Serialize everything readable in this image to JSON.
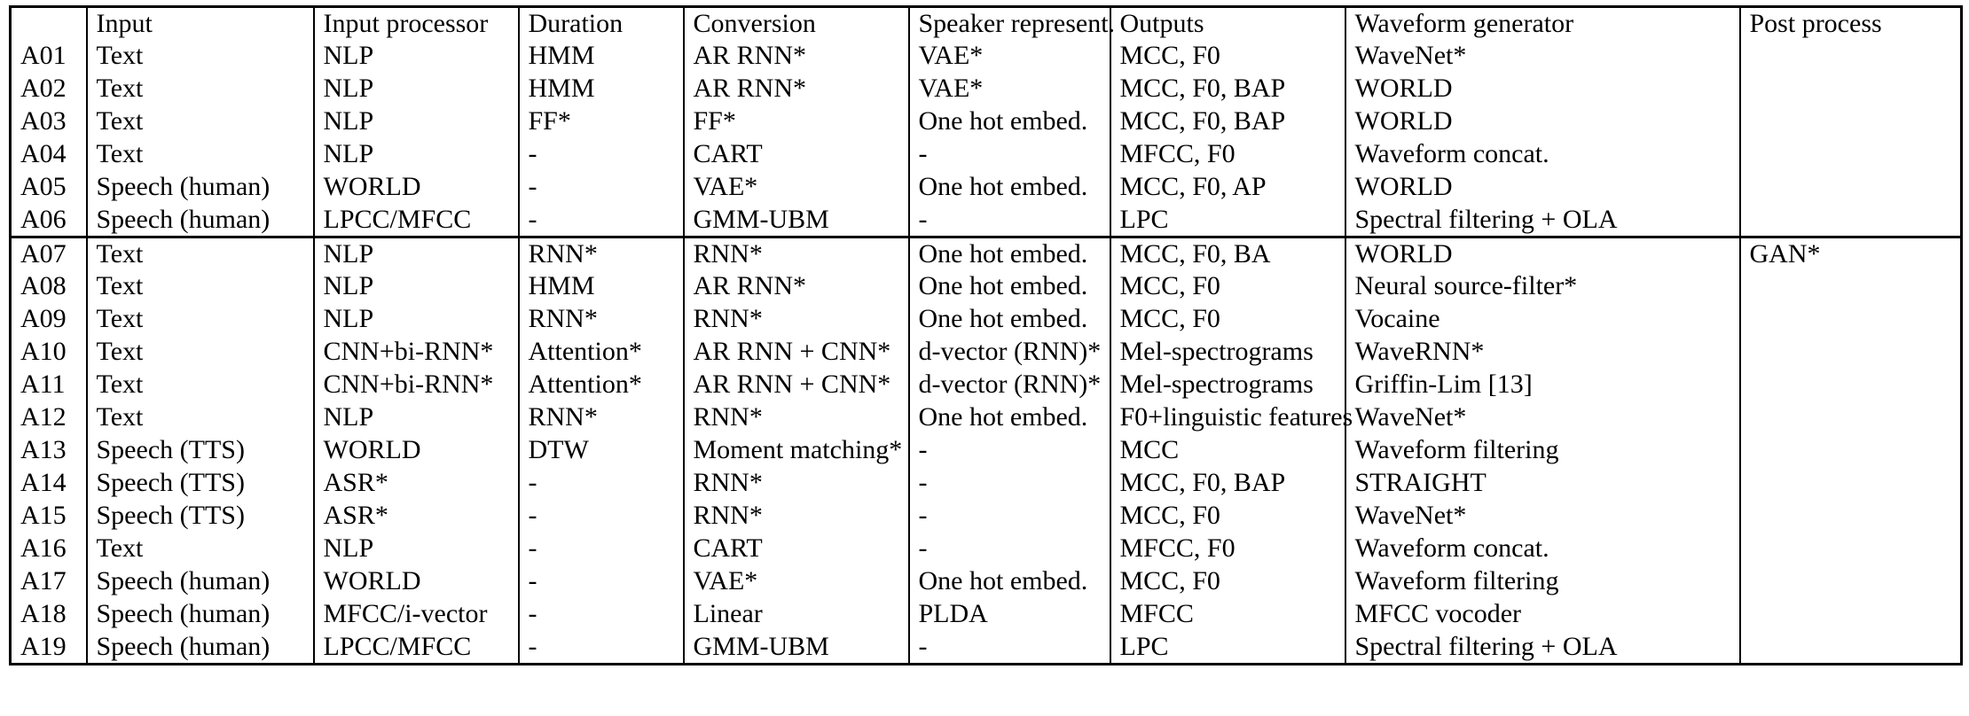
{
  "table": {
    "name": "anti-spoofing-systems-table",
    "columns": [
      {
        "key": "id",
        "label": ""
      },
      {
        "key": "input",
        "label": "Input"
      },
      {
        "key": "input_processor",
        "label": "Input processor"
      },
      {
        "key": "duration",
        "label": "Duration"
      },
      {
        "key": "conversion",
        "label": "Conversion"
      },
      {
        "key": "speaker_represent",
        "label": "Speaker represent."
      },
      {
        "key": "outputs",
        "label": "Outputs"
      },
      {
        "key": "waveform_generator",
        "label": "Waveform generator"
      },
      {
        "key": "post_process",
        "label": "Post process"
      }
    ],
    "groups": [
      {
        "name": "group-1",
        "rows": [
          {
            "id": "A01",
            "input": "Text",
            "input_processor": "NLP",
            "duration": "HMM",
            "conversion": "AR RNN*",
            "speaker_represent": "VAE*",
            "outputs": "MCC, F0",
            "waveform_generator": "WaveNet*",
            "post_process": ""
          },
          {
            "id": "A02",
            "input": "Text",
            "input_processor": "NLP",
            "duration": "HMM",
            "conversion": "AR RNN*",
            "speaker_represent": "VAE*",
            "outputs": "MCC, F0, BAP",
            "waveform_generator": "WORLD",
            "post_process": ""
          },
          {
            "id": "A03",
            "input": "Text",
            "input_processor": "NLP",
            "duration": "FF*",
            "conversion": "FF*",
            "speaker_represent": "One hot embed.",
            "outputs": "MCC, F0, BAP",
            "waveform_generator": "WORLD",
            "post_process": ""
          },
          {
            "id": "A04",
            "input": "Text",
            "input_processor": "NLP",
            "duration": "-",
            "conversion": "CART",
            "speaker_represent": "-",
            "outputs": "MFCC, F0",
            "waveform_generator": "Waveform concat.",
            "post_process": ""
          },
          {
            "id": "A05",
            "input": "Speech (human)",
            "input_processor": "WORLD",
            "duration": "-",
            "conversion": "VAE*",
            "speaker_represent": "One hot embed.",
            "outputs": "MCC, F0, AP",
            "waveform_generator": "WORLD",
            "post_process": ""
          },
          {
            "id": "A06",
            "input": "Speech (human)",
            "input_processor": "LPCC/MFCC",
            "duration": "-",
            "conversion": "GMM-UBM",
            "speaker_represent": "-",
            "outputs": "LPC",
            "waveform_generator": "Spectral filtering + OLA",
            "post_process": ""
          }
        ]
      },
      {
        "name": "group-2",
        "rows": [
          {
            "id": "A07",
            "input": "Text",
            "input_processor": "NLP",
            "duration": "RNN*",
            "conversion": "RNN*",
            "speaker_represent": "One hot embed.",
            "outputs": "MCC, F0, BA",
            "waveform_generator": "WORLD",
            "post_process": "GAN*"
          },
          {
            "id": "A08",
            "input": "Text",
            "input_processor": "NLP",
            "duration": "HMM",
            "conversion": "AR RNN*",
            "speaker_represent": "One hot embed.",
            "outputs": "MCC, F0",
            "waveform_generator": "Neural source-filter*",
            "post_process": ""
          },
          {
            "id": "A09",
            "input": "Text",
            "input_processor": "NLP",
            "duration": "RNN*",
            "conversion": "RNN*",
            "speaker_represent": "One hot embed.",
            "outputs": "MCC, F0",
            "waveform_generator": "Vocaine",
            "post_process": ""
          },
          {
            "id": "A10",
            "input": "Text",
            "input_processor": "CNN+bi-RNN*",
            "duration": "Attention*",
            "conversion": "AR RNN + CNN*",
            "speaker_represent": "d-vector (RNN)*",
            "outputs": "Mel-spectrograms",
            "waveform_generator": "WaveRNN*",
            "post_process": ""
          },
          {
            "id": "A11",
            "input": "Text",
            "input_processor": "CNN+bi-RNN*",
            "duration": "Attention*",
            "conversion": "AR RNN + CNN*",
            "speaker_represent": "d-vector (RNN)*",
            "outputs": "Mel-spectrograms",
            "waveform_generator": "Griffin-Lim [13]",
            "post_process": ""
          },
          {
            "id": "A12",
            "input": "Text",
            "input_processor": "NLP",
            "duration": "RNN*",
            "conversion": "RNN*",
            "speaker_represent": "One hot embed.",
            "outputs": "F0+linguistic features",
            "waveform_generator": "WaveNet*",
            "post_process": ""
          },
          {
            "id": "A13",
            "input": "Speech (TTS)",
            "input_processor": "WORLD",
            "duration": "DTW",
            "conversion": "Moment matching*",
            "speaker_represent": "-",
            "outputs": "MCC",
            "waveform_generator": "Waveform filtering",
            "post_process": ""
          },
          {
            "id": "A14",
            "input": "Speech (TTS)",
            "input_processor": "ASR*",
            "duration": "-",
            "conversion": "RNN*",
            "speaker_represent": "-",
            "outputs": "MCC, F0, BAP",
            "waveform_generator": "STRAIGHT",
            "post_process": ""
          },
          {
            "id": "A15",
            "input": "Speech (TTS)",
            "input_processor": "ASR*",
            "duration": "-",
            "conversion": "RNN*",
            "speaker_represent": "-",
            "outputs": "MCC, F0",
            "waveform_generator": "WaveNet*",
            "post_process": ""
          },
          {
            "id": "A16",
            "input": "Text",
            "input_processor": "NLP",
            "duration": "-",
            "conversion": "CART",
            "speaker_represent": "-",
            "outputs": "MFCC, F0",
            "waveform_generator": "Waveform concat.",
            "post_process": ""
          },
          {
            "id": "A17",
            "input": "Speech (human)",
            "input_processor": "WORLD",
            "duration": "-",
            "conversion": "VAE*",
            "speaker_represent": "One hot embed.",
            "outputs": "MCC, F0",
            "waveform_generator": "Waveform filtering",
            "post_process": ""
          },
          {
            "id": "A18",
            "input": "Speech (human)",
            "input_processor": "MFCC/i-vector",
            "duration": "-",
            "conversion": "Linear",
            "speaker_represent": "PLDA",
            "outputs": "MFCC",
            "waveform_generator": "MFCC vocoder",
            "post_process": ""
          },
          {
            "id": "A19",
            "input": "Speech (human)",
            "input_processor": "LPCC/MFCC",
            "duration": "-",
            "conversion": "GMM-UBM",
            "speaker_represent": "-",
            "outputs": "LPC",
            "waveform_generator": "Spectral filtering + OLA",
            "post_process": ""
          }
        ]
      }
    ]
  }
}
